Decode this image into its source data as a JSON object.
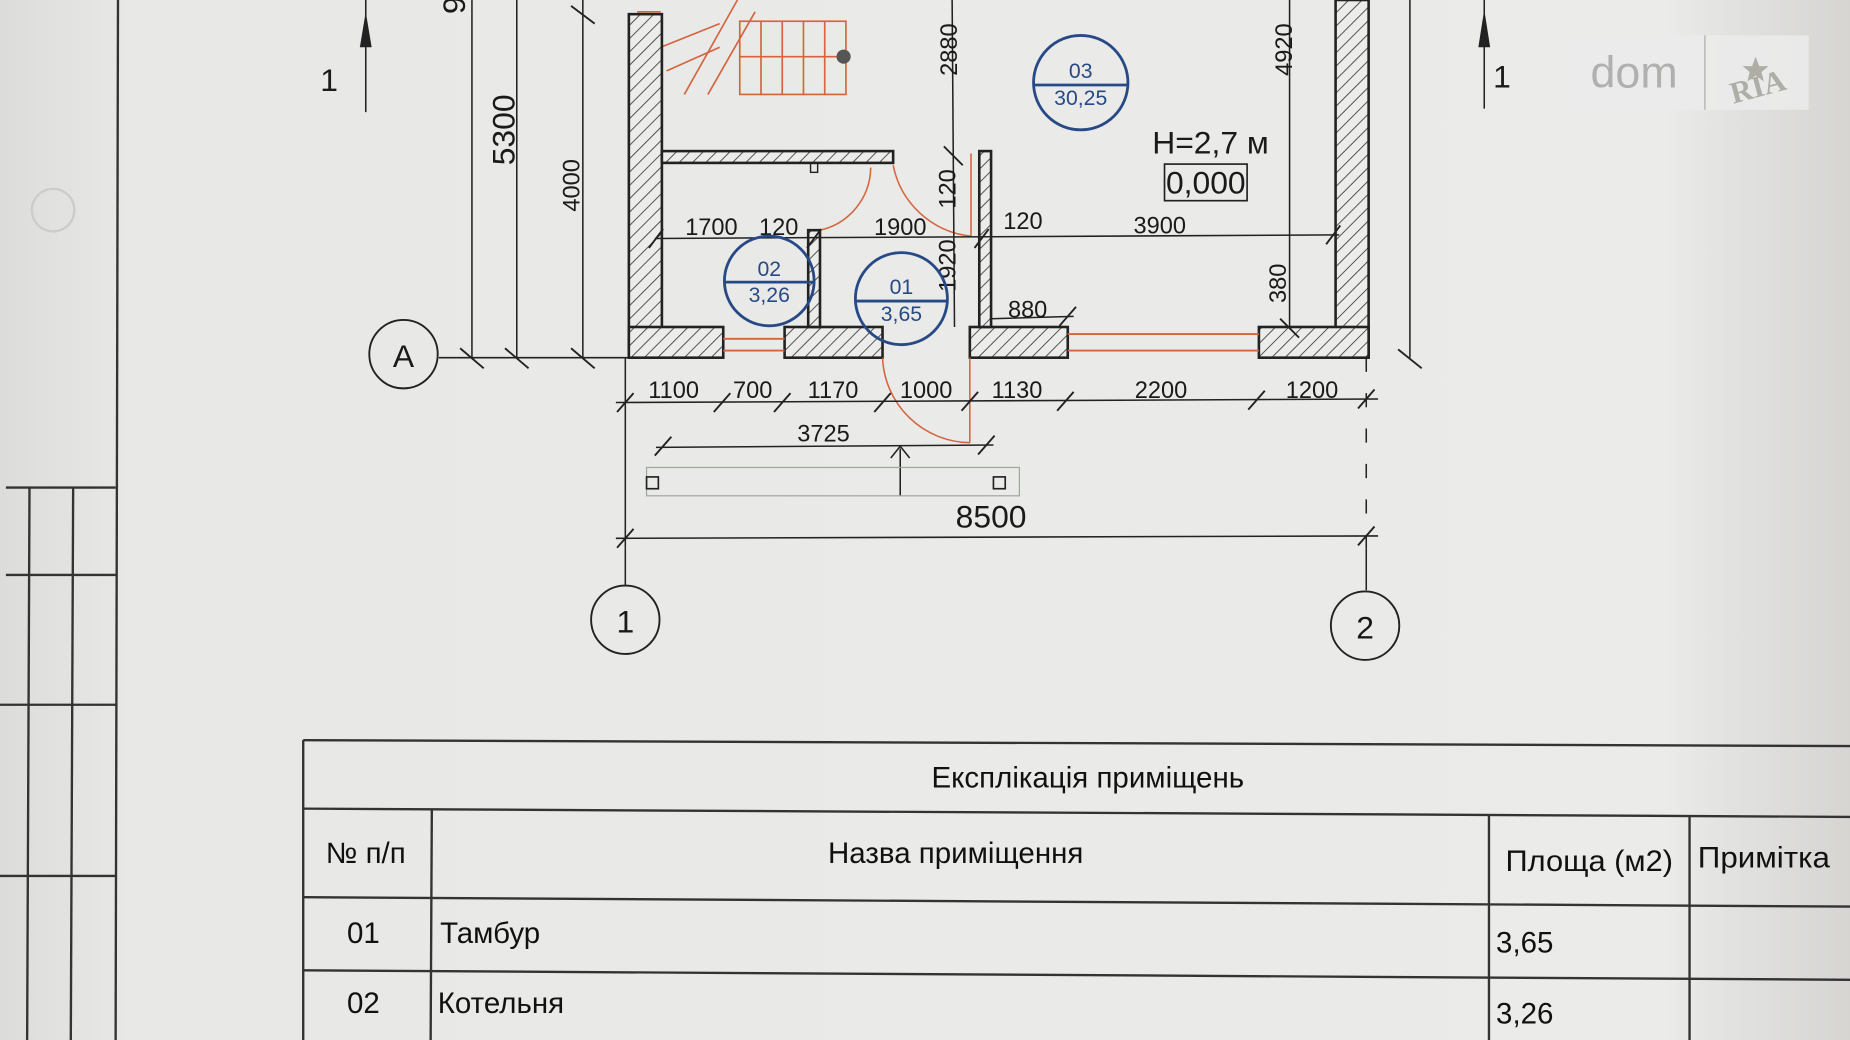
{
  "plan": {
    "section_mark_left": "1",
    "section_mark_right": "1",
    "partial_dim_top": "9",
    "dims_vertical": {
      "d5300": "5300",
      "d4000": "4000",
      "d2880": "2880",
      "d4920": "4920",
      "d120v": "120",
      "d1920": "1920",
      "d380": "380"
    },
    "dims_inner": {
      "d1700": "1700",
      "d120a": "120",
      "d1900": "1900",
      "d120b": "120",
      "d3900": "3900",
      "d880": "880"
    },
    "dims_bottom": [
      "1100",
      "700",
      "1170",
      "1000",
      "1130",
      "2200",
      "1200"
    ],
    "dim_porch": "3725",
    "dim_total": "8500",
    "axes": {
      "a1": "1",
      "a2": "2",
      "aA": "A"
    },
    "rooms": [
      {
        "num": "01",
        "area": "3,65"
      },
      {
        "num": "02",
        "area": "3,26"
      },
      {
        "num": "03",
        "area": "30,25"
      }
    ],
    "height_label": "H=2,7 м",
    "level_mark": "0,000"
  },
  "watermark": {
    "left": "dom",
    "right": "RIA"
  },
  "table": {
    "title": "Експлікація приміщень",
    "headers": [
      "№ п/п",
      "Назва приміщення",
      "Площа (м2)",
      "Примітка"
    ],
    "rows": [
      {
        "num": "01",
        "name": "Тамбур",
        "area": "3,65",
        "note": ""
      },
      {
        "num": "02",
        "name": "Котельня",
        "area": "3,26",
        "note": ""
      }
    ]
  },
  "colors": {
    "paper": "#e9e9e7",
    "room_marker": "#274a86",
    "window": "#d4643e"
  }
}
